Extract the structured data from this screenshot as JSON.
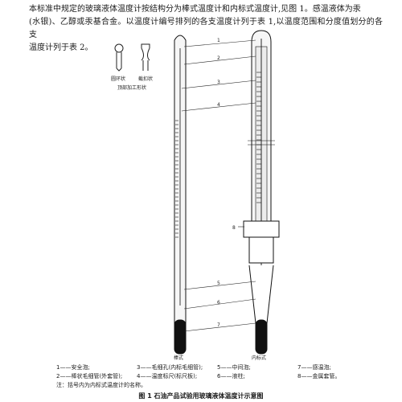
{
  "intro": {
    "line1": "本标准中规定的玻璃液体温度计按结构分为棒式温度计和内标式温度计,见图 1。感温液体为汞",
    "line2": "(水银)、乙醇或汞基合金。以温度计编号排列的各支温度计列于表 1,以温度范围和分度值划分的各支",
    "line3": "温度计列于表 2。"
  },
  "figure": {
    "top_variants": {
      "left": "圆环状",
      "right": "截扣状",
      "bottom": "顶部加工形状"
    },
    "numbers": [
      "1",
      "2",
      "3",
      "4",
      "5",
      "6",
      "7",
      "8"
    ],
    "rod_label": "棒式",
    "enclosed_label": "内标式"
  },
  "legend": {
    "rows": [
      [
        "1——安全泡;",
        "3——毛细孔(内标毛细管);",
        "5——中间泡;",
        "7——感温泡;"
      ],
      [
        "2——棒状毛细管(外套管);",
        "4——温度标尺(标尺板);",
        "6——液柱;",
        "8——金属套管。"
      ]
    ],
    "note": "注：括号内为内标式温度计的名称。"
  },
  "caption": "图 1   石油产品试验用玻璃液体温度计示意图"
}
